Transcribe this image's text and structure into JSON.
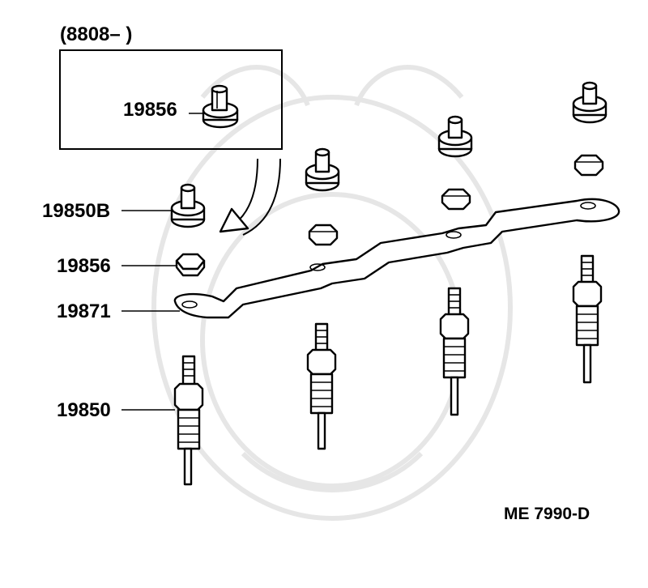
{
  "header": {
    "date_range": "(8808–          )"
  },
  "callouts": [
    {
      "id": "inset-nut",
      "part_number": "19856"
    },
    {
      "id": "nut-lower",
      "part_number": "19850B"
    },
    {
      "id": "hex-nut",
      "part_number": "19856"
    },
    {
      "id": "bus-bar",
      "part_number": "19871"
    },
    {
      "id": "glow-plug",
      "part_number": "19850"
    }
  ],
  "footer": {
    "diagram_code": "ME  7990-D"
  },
  "colors": {
    "line": "#000000",
    "watermark": "#e6e6e6",
    "background": "#ffffff"
  }
}
